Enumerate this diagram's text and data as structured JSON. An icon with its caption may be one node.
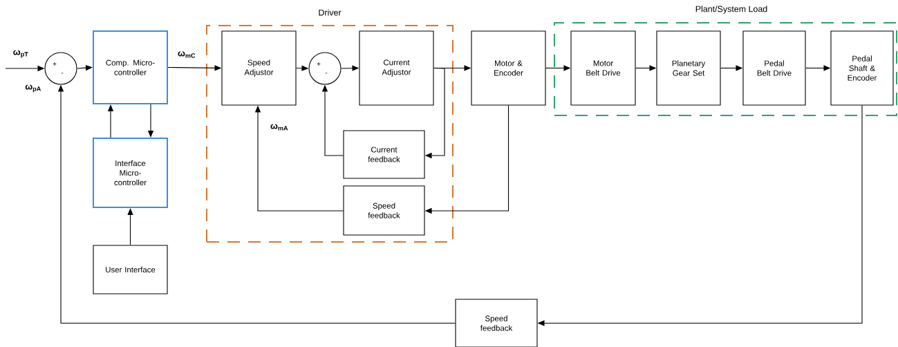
{
  "diagram": {
    "nodes": [
      {
        "text": [
          "+",
          "-"
        ]
      },
      {
        "text": [
          "Comp. Micro-controller"
        ]
      },
      {
        "text": [
          "Interface Micro-controller"
        ]
      },
      {
        "text": [
          "User Interface"
        ]
      },
      {
        "text": [
          "Driver"
        ]
      },
      {
        "text": [
          "Speed Adjustor"
        ],
        "in": 4
      },
      {
        "text": [
          "+",
          "-"
        ],
        "in": 4
      },
      {
        "text": [
          "Current Adjustor"
        ],
        "in": 4
      },
      {
        "text": [
          "Current feedback"
        ],
        "in": 4
      },
      {
        "text": [
          "Speed feedback"
        ],
        "in": 4
      },
      {
        "text": [
          "Motor & Encoder"
        ]
      },
      {
        "text": [
          "Plant/System Load"
        ]
      },
      {
        "text": [
          "Motor Belt Drive"
        ],
        "in": 11
      },
      {
        "text": [
          "Planetary Gear Set"
        ],
        "in": 11
      },
      {
        "text": [
          "Pedal Belt Drive"
        ],
        "in": 11
      },
      {
        "text": [
          "Pedal Shaft & Encoder"
        ],
        "in": 11
      },
      {
        "text": [
          "Speed feedback"
        ]
      }
    ],
    "edges": [
      {
        "from": null,
        "to": 0,
        "arrow": "to",
        "label": "ω$_{pT}$"
      },
      {
        "from": 0,
        "to": 1,
        "arrow": "to"
      },
      {
        "from": 1,
        "to": 5,
        "arrow": "to",
        "label": "ω$_{mC}$"
      },
      {
        "from": 2,
        "to": 1,
        "arrow": "to"
      },
      {
        "from": 1,
        "to": 2,
        "arrow": "to"
      },
      {
        "from": 3,
        "to": 2,
        "arrow": "to"
      },
      {
        "from": 5,
        "to": 6,
        "arrow": "to"
      },
      {
        "from": 6,
        "to": 7,
        "arrow": "to"
      },
      {
        "from": 7,
        "to": 10,
        "arrow": "to"
      },
      {
        "from": 7,
        "to": 8,
        "arrow": "to"
      },
      {
        "from": 8,
        "to": 6,
        "arrow": "to"
      },
      {
        "from": 10,
        "to": 9,
        "arrow": "to"
      },
      {
        "from": 9,
        "to": 5,
        "arrow": "to",
        "label": "ω$_{mA}$"
      },
      {
        "from": 10,
        "to": 12,
        "arrow": "to"
      },
      {
        "from": 12,
        "to": 13,
        "arrow": "to"
      },
      {
        "from": 13,
        "to": 14,
        "arrow": "to"
      },
      {
        "from": 14,
        "to": 15,
        "arrow": "to"
      },
      {
        "from": 15,
        "to": 16,
        "arrow": "to"
      },
      {
        "from": 16,
        "to": 0,
        "arrow": "to",
        "label": "ω$_{pA}$"
      }
    ]
  }
}
